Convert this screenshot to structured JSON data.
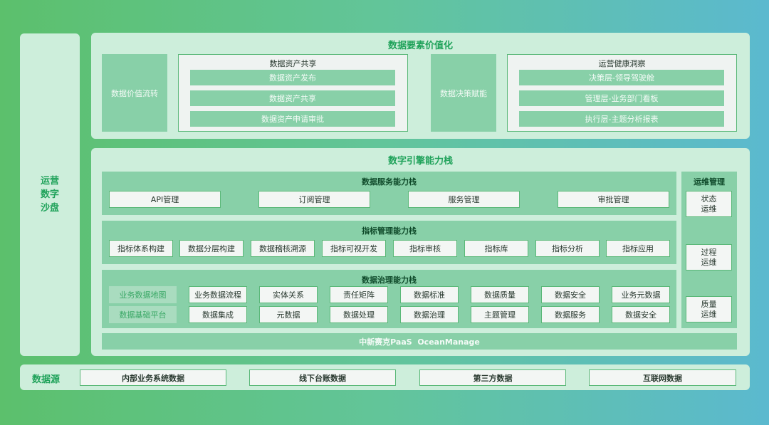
{
  "left_panel": {
    "title_lines": [
      "运营",
      "数字",
      "沙盘"
    ]
  },
  "value": {
    "title": "数据要素价值化",
    "circulation": "数据价值流转",
    "sharing": {
      "title": "数据资产共享",
      "items": [
        "数据资产发布",
        "数据资产共享",
        "数据资产申请审批"
      ]
    },
    "decision": "数据决策赋能",
    "health": {
      "title": "运营健康洞察",
      "items": [
        "决策层-领导驾驶舱",
        "管理层-业务部门看板",
        "执行层-主题分析报表"
      ]
    }
  },
  "engine": {
    "title": "数字引擎能力栈",
    "service": {
      "title": "数据服务能力栈",
      "items": [
        "API管理",
        "订阅管理",
        "服务管理",
        "审批管理"
      ]
    },
    "metrics": {
      "title": "指标管理能力栈",
      "items": [
        "指标体系构建",
        "数据分层构建",
        "数据稽核溯源",
        "指标可视开发",
        "指标审核",
        "指标库",
        "指标分析",
        "指标应用"
      ]
    },
    "governance": {
      "title": "数据治理能力栈",
      "row_labels": [
        "业务数据地图",
        "数据基础平台"
      ],
      "row1": [
        "业务数据流程",
        "实体关系",
        "责任矩阵",
        "数据标准",
        "数据质量",
        "数据安全",
        "业务元数据"
      ],
      "row2": [
        "数据集成",
        "元数据",
        "数据处理",
        "数据治理",
        "主题管理",
        "数据服务",
        "数据安全"
      ]
    },
    "paas": "中新赛克PaaS  OceanManage",
    "ops": {
      "title": "运维管理",
      "items": [
        [
          "状态",
          "运维"
        ],
        [
          "过程",
          "运维"
        ],
        [
          "质量",
          "运维"
        ]
      ]
    }
  },
  "sources": {
    "label": "数据源",
    "items": [
      "内部业务系统数据",
      "线下台账数据",
      "第三方数据",
      "互联网数据"
    ]
  }
}
